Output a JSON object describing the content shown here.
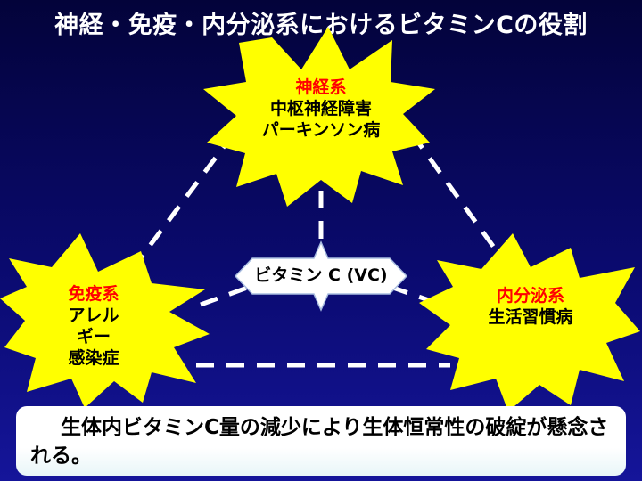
{
  "title": "神経・免疫・内分泌系におけるビタミンCの役割",
  "nodes": {
    "neuro": {
      "heading": "神経系",
      "lines": [
        "中枢神経障害",
        "パーキンソン病"
      ]
    },
    "immune": {
      "heading": "免疫系",
      "lines": [
        "アレル",
        "ギー",
        "感染症"
      ]
    },
    "endo": {
      "heading": "内分泌系",
      "lines": [
        "生活習慣病"
      ]
    }
  },
  "center": {
    "label": "ビタミン C (VC)"
  },
  "conclusion": {
    "text": "生体内ビタミンC量の減少により生体恒常性の破綻が懸念される。"
  },
  "colors": {
    "star": "#ffff00",
    "heading": "#ff0000",
    "background": "#0a0a6e",
    "dash": "#ffffff"
  }
}
